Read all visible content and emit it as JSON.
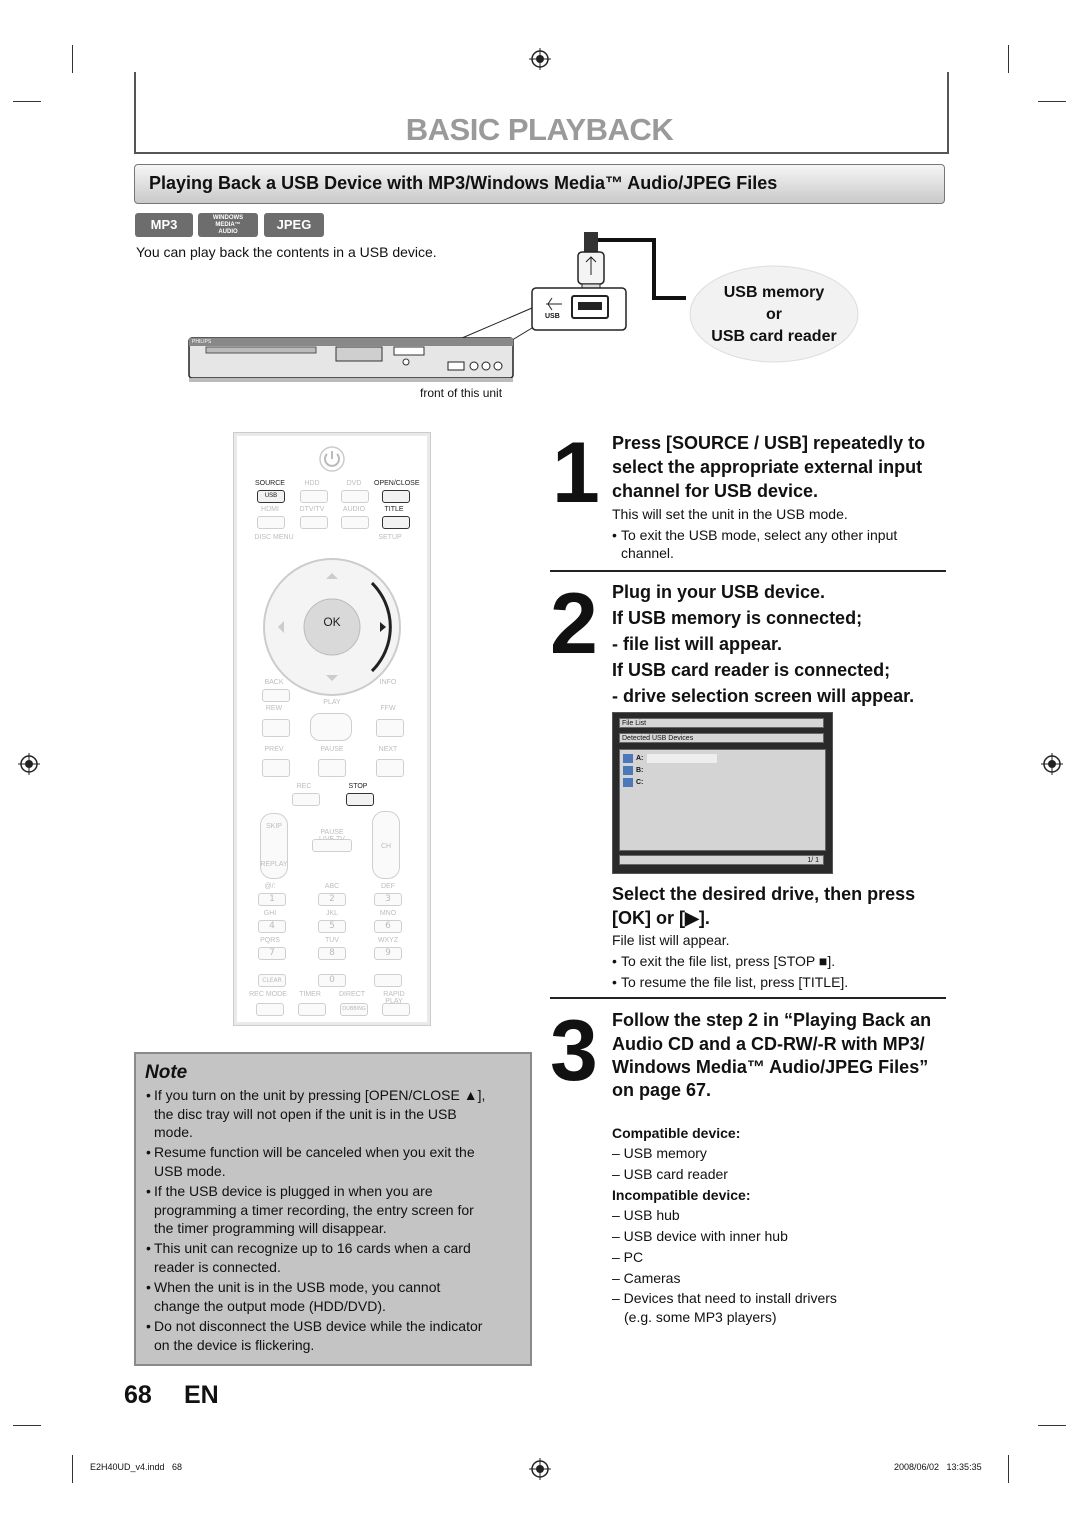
{
  "page_title": "BASIC PLAYBACK",
  "section_title": "Playing Back a USB Device with MP3/Windows Media™ Audio/JPEG Files",
  "badges": {
    "mp3": "MP3",
    "wma_line1": "WINDOWS",
    "wma_line2": "MEDIA™",
    "wma_line3": "AUDIO",
    "jpeg": "JPEG"
  },
  "intro": "You can play back the contents in a USB device.",
  "device_diagram": {
    "usb_port_label": "USB",
    "callout_line1": "USB memory",
    "callout_line2": "or",
    "callout_line3": "USB card reader",
    "front_caption": "front of this unit",
    "brand": "PHILIPS"
  },
  "remote": {
    "source": "SOURCE",
    "usb": "USB",
    "hdd": "HDD",
    "dvd": "DVD",
    "open_close": "OPEN/CLOSE",
    "hdmi": "HDMI",
    "dtv_tv": "DTV/TV",
    "audio": "AUDIO",
    "title": "TITLE",
    "disc_menu": "DISC MENU",
    "setup": "SETUP",
    "ok": "OK",
    "back": "BACK",
    "info": "INFO",
    "rew": "REW",
    "play": "PLAY",
    "ffw": "FFW",
    "prev": "PREV",
    "pause": "PAUSE",
    "next": "NEXT",
    "rec": "REC",
    "stop": "STOP",
    "skip": "SKIP",
    "replay": "REPLAY",
    "pause_live_tv": "PAUSE LIVE TV",
    "ch": "CH",
    "k1": "@/:",
    "k2": "ABC",
    "k3": "DEF",
    "k4": "GHI",
    "k5": "JKL",
    "k6": "MNO",
    "k7": "PQRS",
    "k8": "TUV",
    "k9": "WXYZ",
    "n1": "1",
    "n2": "2",
    "n3": "3",
    "n4": "4",
    "n5": "5",
    "n6": "6",
    "n7": "7",
    "n8": "8",
    "n9": "9",
    "n0": "0",
    "clear": "CLEAR",
    "rec_mode": "REC MODE",
    "timer": "TIMER",
    "direct": "DIRECT",
    "rapid_play": "RAPID PLAY",
    "dubbing": "DUBBING"
  },
  "step1": {
    "num": "1",
    "h1": "Press [SOURCE / USB] repeatedly to",
    "h2": "select the appropriate external input",
    "h3": "channel for USB device.",
    "p1": "This will set the unit in the USB mode.",
    "b1a": "To exit the USB mode, select any other input",
    "b1b": "channel."
  },
  "step2": {
    "num": "2",
    "h1": "Plug in your USB device.",
    "h2": "If USB memory is connected;",
    "h3": "- file list will appear.",
    "h4": "If USB card reader is connected;",
    "h5": "- drive selection screen will appear.",
    "screen": {
      "bar1": "File List",
      "bar2": "Detected USB Devices",
      "drives": [
        "A:",
        "B:",
        "C:"
      ],
      "page": "1/ 1"
    },
    "sub_h1": "Select the desired drive, then press",
    "sub_h2": "[OK] or [▶].",
    "p1": "File list will appear.",
    "b1": "To exit the file list, press [STOP ■].",
    "b2": "To resume the file list, press [TITLE]."
  },
  "step3": {
    "num": "3",
    "h1": "Follow the step 2 in “Playing Back an",
    "h2": "Audio CD and a CD-RW/-R with MP3/",
    "h3": "Windows Media™ Audio/JPEG Files”",
    "h4": "on page 67.",
    "compat_title": "Compatible device:",
    "compat": [
      "– USB memory",
      "– USB card reader"
    ],
    "incompat_title": "Incompatible device:",
    "incompat": [
      "– USB hub",
      "– USB device with inner hub",
      "– PC",
      "– Cameras",
      "– Devices that need to install drivers"
    ],
    "incompat_extra": "(e.g. some MP3 players)"
  },
  "note": {
    "title": "Note",
    "items": [
      [
        "If you turn on the unit by pressing [OPEN/CLOSE ▲],",
        "the disc tray will not open if the unit is in the USB",
        "mode."
      ],
      [
        "Resume function will be canceled when you exit the",
        "USB mode."
      ],
      [
        "If the USB device is plugged in when you are",
        "programming a timer recording, the entry screen for",
        "the timer programming will disappear."
      ],
      [
        "This unit can recognize up to 16 cards when a card",
        "reader is connected."
      ],
      [
        "When the unit is in the USB mode, you cannot",
        "change the output mode (HDD/DVD)."
      ],
      [
        "Do not disconnect the USB device while the indicator",
        "on the device is flickering."
      ]
    ]
  },
  "page_number": "68",
  "page_lang": "EN",
  "footer": {
    "file": "E2H40UD_v4.indd   68",
    "date": "2008/06/02   13:35:35"
  }
}
